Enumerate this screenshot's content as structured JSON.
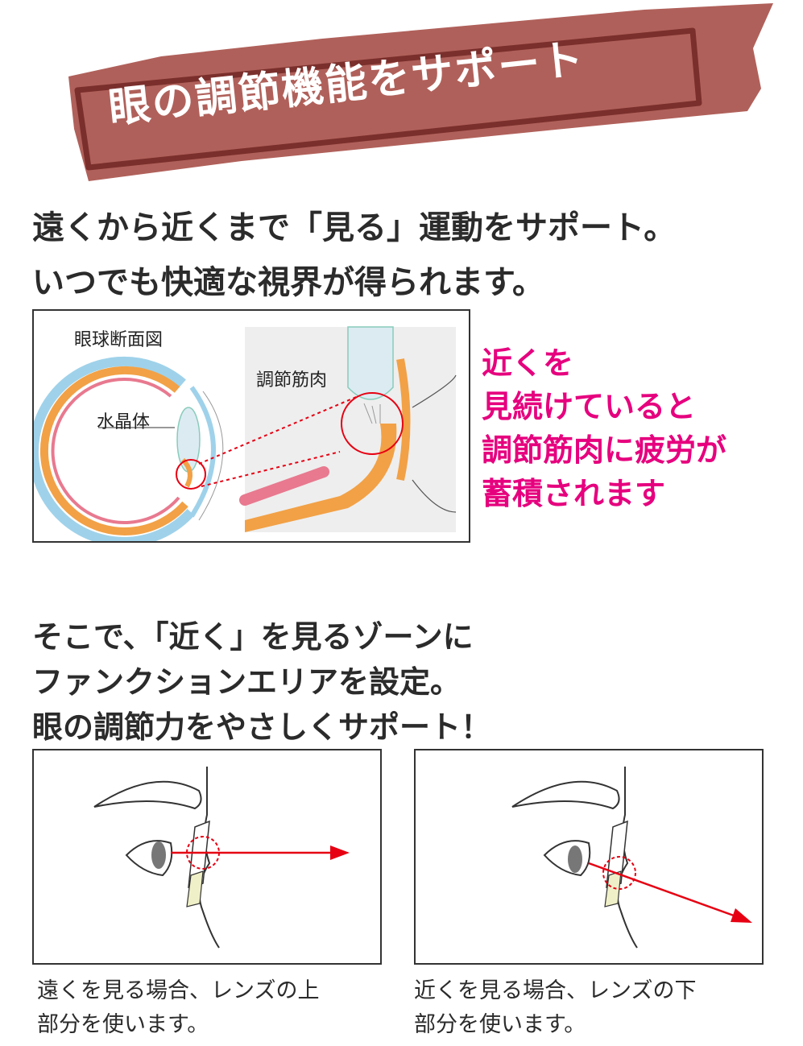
{
  "header": {
    "title": "眼の調節機能をサポート"
  },
  "intro": {
    "line1": "遠くから近くまで「見る」運動をサポート。",
    "line2": "いつでも快適な視界が得られます。"
  },
  "eye_figure": {
    "title": "眼球断面図",
    "lens_label": "水晶体",
    "muscle_label": "調節筋肉"
  },
  "fatigue_note": {
    "line1": "近くを",
    "line2": "見続けていると",
    "line3": "調節筋肉に疲労が",
    "line4": "蓄積されます"
  },
  "solution": {
    "line1": "そこで、「近く」を見るゾーンに",
    "line2": "ファンクションエリアを設定。",
    "line3": "眼の調節力をやさしくサポート！"
  },
  "far_view": {
    "caption_line1": "遠くを見る場合、レンズの上",
    "caption_line2": "部分を使います。"
  },
  "near_view": {
    "caption_line1": "近くを見る場合、レンズの下",
    "caption_line2": "部分を使います。"
  },
  "colors": {
    "banner": "#b0605a",
    "banner_border": "#7a2f2c",
    "accent_pink": "#e6007e",
    "arrow_red": "#e60012",
    "eye_orange": "#f2a146",
    "eye_blue": "#9fd2ea",
    "eye_pink": "#e8798f"
  }
}
